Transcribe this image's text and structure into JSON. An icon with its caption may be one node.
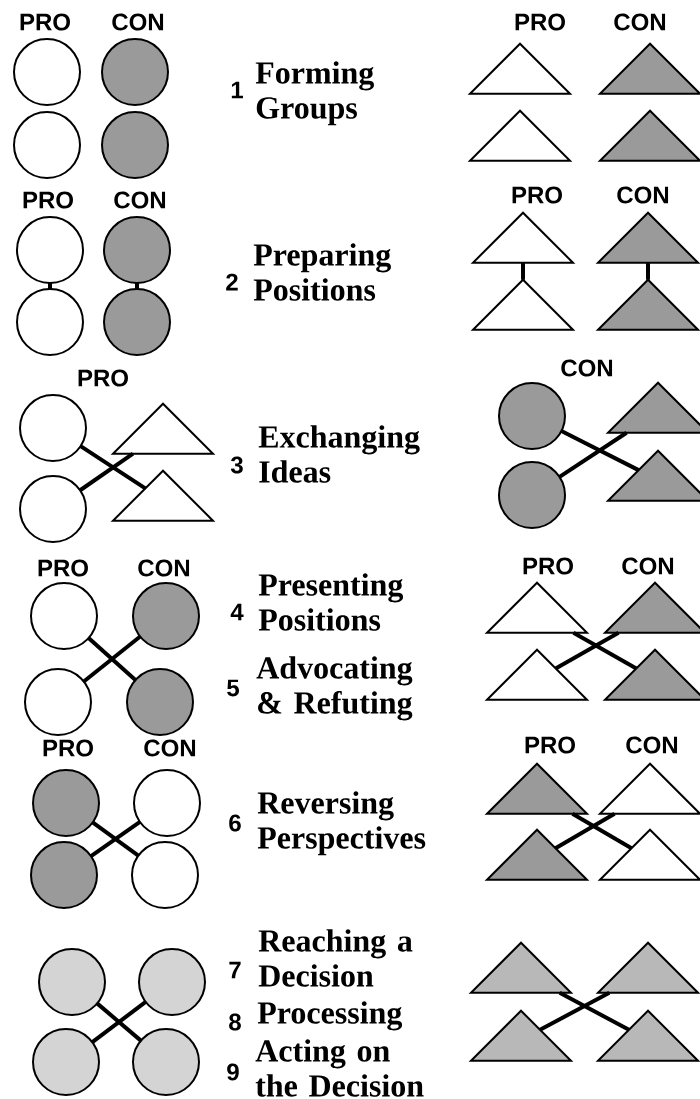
{
  "diagram": {
    "nodes": [
      {
        "text": [],
        "shape": "circle"
      },
      {
        "text": [],
        "shape": "circle"
      },
      {
        "text": [],
        "shape": "circle"
      },
      {
        "text": [],
        "shape": "circle"
      },
      {
        "text": [],
        "shape": "triangle"
      },
      {
        "text": [],
        "shape": "triangle"
      },
      {
        "text": [],
        "shape": "triangle"
      },
      {
        "text": [],
        "shape": "triangle"
      },
      {
        "text": [],
        "shape": "circle"
      },
      {
        "text": [],
        "shape": "circle"
      },
      {
        "text": [],
        "shape": "circle"
      },
      {
        "text": [],
        "shape": "circle"
      },
      {
        "text": [],
        "shape": "triangle"
      },
      {
        "text": [],
        "shape": "triangle"
      },
      {
        "text": [],
        "shape": "triangle"
      },
      {
        "text": [],
        "shape": "triangle"
      },
      {
        "text": [],
        "shape": "circle"
      },
      {
        "text": [],
        "shape": "triangle"
      },
      {
        "text": [],
        "shape": "circle"
      },
      {
        "text": [],
        "shape": "triangle"
      },
      {
        "text": [],
        "shape": "circle"
      },
      {
        "text": [],
        "shape": "triangle"
      },
      {
        "text": [],
        "shape": "circle"
      },
      {
        "text": [],
        "shape": "triangle"
      },
      {
        "text": [],
        "shape": "circle"
      },
      {
        "text": [],
        "shape": "circle"
      },
      {
        "text": [],
        "shape": "circle"
      },
      {
        "text": [],
        "shape": "circle"
      },
      {
        "text": [],
        "shape": "triangle"
      },
      {
        "text": [],
        "shape": "triangle"
      },
      {
        "text": [],
        "shape": "triangle"
      },
      {
        "text": [],
        "shape": "triangle"
      },
      {
        "text": [],
        "shape": "circle"
      },
      {
        "text": [],
        "shape": "circle"
      },
      {
        "text": [],
        "shape": "circle"
      },
      {
        "text": [],
        "shape": "circle"
      },
      {
        "text": [],
        "shape": "triangle"
      },
      {
        "text": [],
        "shape": "triangle"
      },
      {
        "text": [],
        "shape": "triangle"
      },
      {
        "text": [],
        "shape": "triangle"
      },
      {
        "text": [],
        "shape": "circle"
      },
      {
        "text": [],
        "shape": "circle"
      },
      {
        "text": [],
        "shape": "circle"
      },
      {
        "text": [],
        "shape": "circle"
      },
      {
        "text": [],
        "shape": "triangle"
      },
      {
        "text": [],
        "shape": "triangle"
      },
      {
        "text": [],
        "shape": "triangle"
      },
      {
        "text": [],
        "shape": "triangle"
      }
    ],
    "edges": [
      {
        "from": 8,
        "to": 10,
        "arrow": "none"
      },
      {
        "from": 9,
        "to": 11,
        "arrow": "none"
      },
      {
        "from": 12,
        "to": 14,
        "arrow": "none"
      },
      {
        "from": 13,
        "to": 15,
        "arrow": "none"
      },
      {
        "from": 16,
        "to": 19,
        "arrow": "none"
      },
      {
        "from": 18,
        "to": 17,
        "arrow": "none"
      },
      {
        "from": 20,
        "to": 23,
        "arrow": "none"
      },
      {
        "from": 22,
        "to": 21,
        "arrow": "none"
      },
      {
        "from": 24,
        "to": 27,
        "arrow": "none"
      },
      {
        "from": 25,
        "to": 26,
        "arrow": "none"
      },
      {
        "from": 28,
        "to": 31,
        "arrow": "none"
      },
      {
        "from": 29,
        "to": 30,
        "arrow": "none"
      },
      {
        "from": 32,
        "to": 35,
        "arrow": "none"
      },
      {
        "from": 33,
        "to": 34,
        "arrow": "none"
      },
      {
        "from": 36,
        "to": 39,
        "arrow": "none"
      },
      {
        "from": 37,
        "to": 38,
        "arrow": "none"
      },
      {
        "from": 40,
        "to": 43,
        "arrow": "none"
      },
      {
        "from": 41,
        "to": 42,
        "arrow": "none"
      },
      {
        "from": 44,
        "to": 47,
        "arrow": "none"
      },
      {
        "from": 45,
        "to": 46,
        "arrow": "none"
      }
    ],
    "labels": [
      "PRO",
      "CON",
      "1",
      "Forming Groups",
      "PRO",
      "CON",
      "PRO",
      "CON",
      "2",
      "Preparing Positions",
      "PRO",
      "CON",
      "PRO",
      "3",
      "Exchanging Ideas",
      "CON",
      "PRO",
      "CON",
      "4",
      "Presenting Positions",
      "PRO",
      "CON",
      "5",
      "Advocating & Refuting",
      "PRO",
      "CON",
      "6",
      "Reversing Perspectives",
      "PRO",
      "CON",
      "7",
      "Reaching a Decision",
      "8",
      "Processing",
      "9",
      "Acting on the Decision"
    ]
  }
}
